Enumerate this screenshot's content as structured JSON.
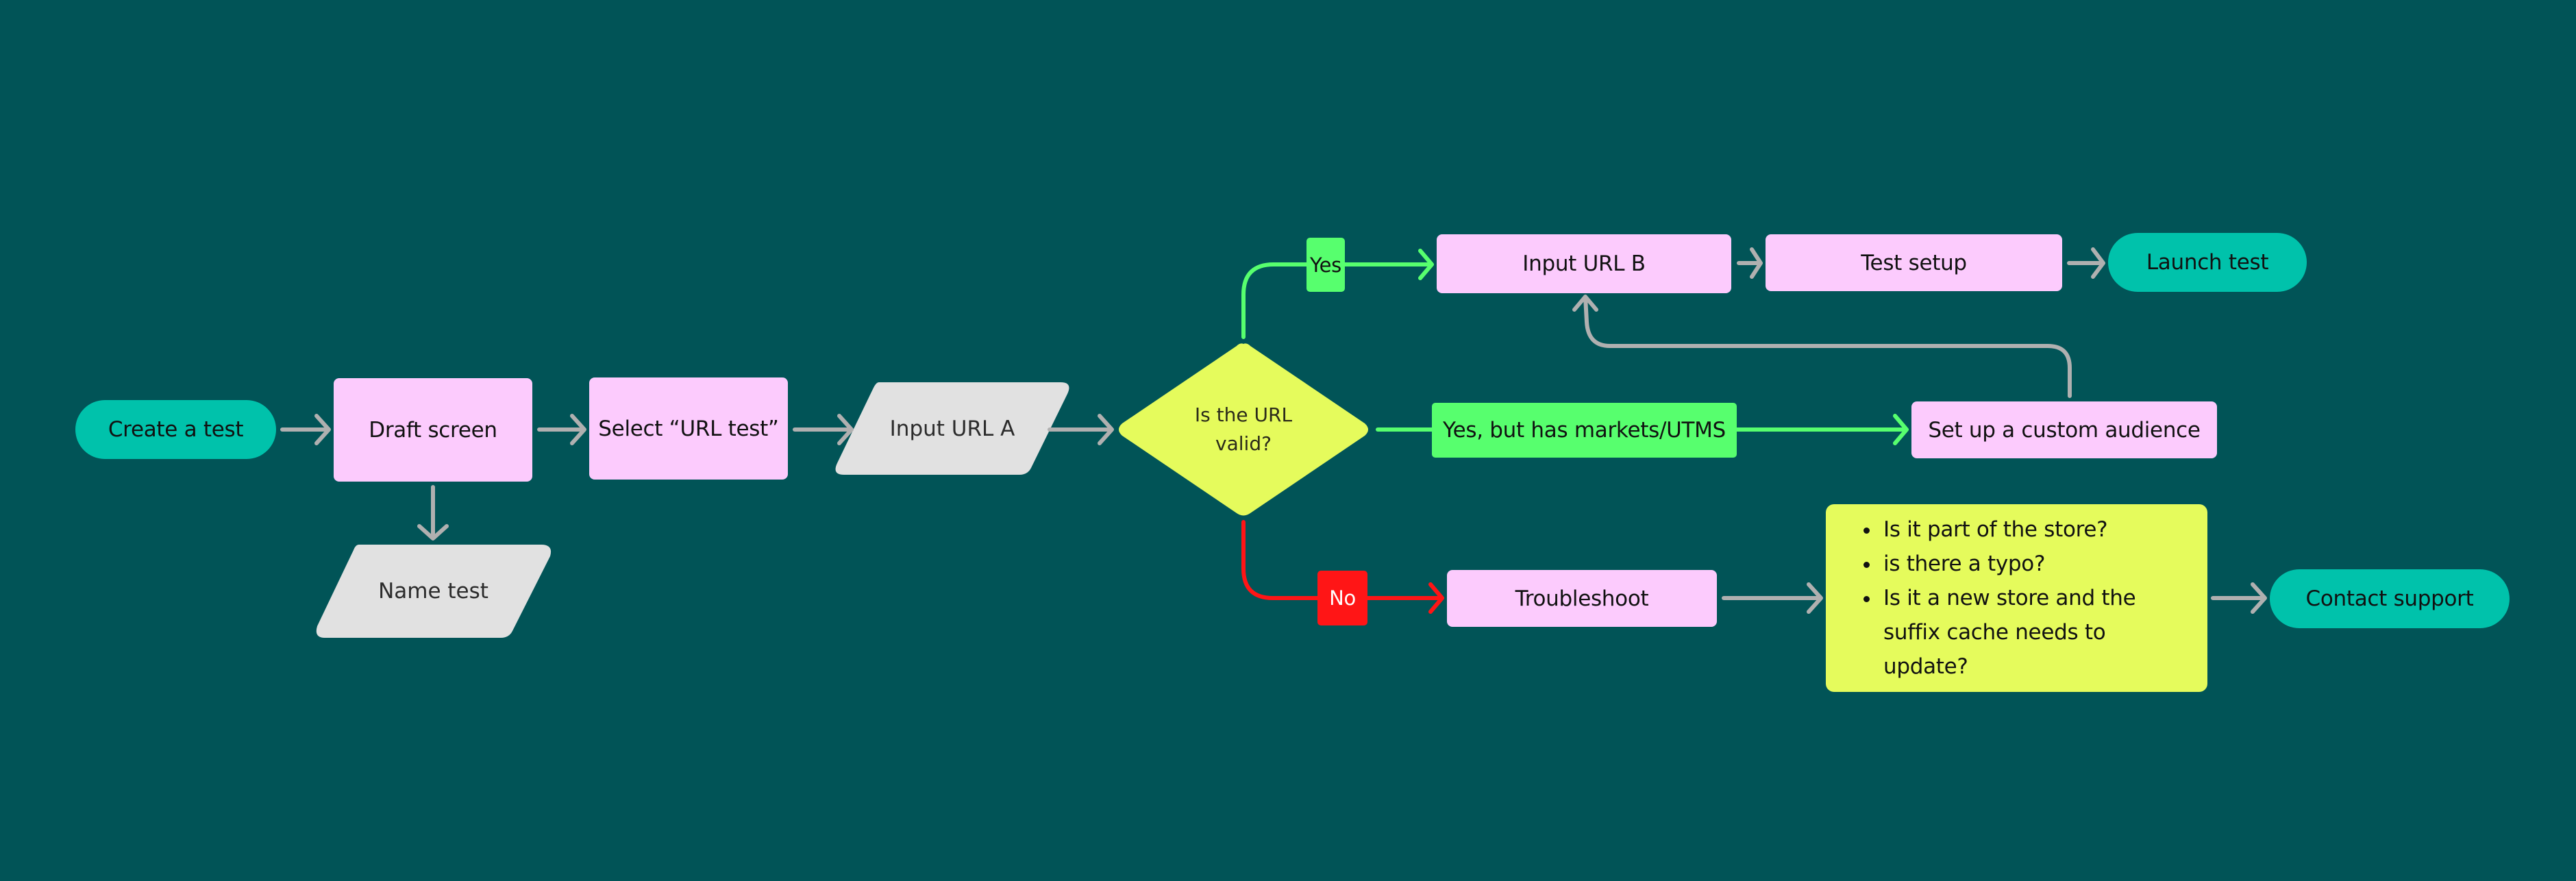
{
  "colors": {
    "background": "#015457",
    "terminal": "#00c2ab",
    "process": "#fccbfd",
    "io": "#e1e1e1",
    "decision": "#e5fb5c",
    "yes_path": "#57ff6e",
    "no_path": "#ff1516",
    "connector": "#b0b0b0"
  },
  "nodes": {
    "create_test": "Create a test",
    "draft_screen": "Draft screen",
    "select_url_test": "Select “URL test”",
    "input_url_a": "Input URL A",
    "name_test": "Name test",
    "decision": "Is the URL valid?",
    "yes_label": "Yes",
    "input_url_b": "Input URL B",
    "test_setup": "Test setup",
    "launch_test": "Launch test",
    "yes_but_markets": "Yes, but has markets/UTMS",
    "custom_audience": "Set up a custom audience",
    "no_label": "No",
    "troubleshoot": "Troubleshoot",
    "troubleshoot_checks": [
      "Is it part of the store?",
      "is there a typo?",
      "Is it a new store and the suffix cache needs to update?"
    ],
    "contact_support": "Contact support"
  },
  "edges": [
    {
      "from": "create_test",
      "to": "draft_screen",
      "color": "connector"
    },
    {
      "from": "draft_screen",
      "to": "select_url_test",
      "color": "connector"
    },
    {
      "from": "draft_screen",
      "to": "name_test",
      "color": "connector"
    },
    {
      "from": "select_url_test",
      "to": "input_url_a",
      "color": "connector"
    },
    {
      "from": "input_url_a",
      "to": "decision",
      "color": "connector"
    },
    {
      "from": "decision",
      "to": "input_url_b",
      "label": "Yes",
      "color": "yes_path"
    },
    {
      "from": "input_url_b",
      "to": "test_setup",
      "color": "connector"
    },
    {
      "from": "test_setup",
      "to": "launch_test",
      "color": "connector"
    },
    {
      "from": "decision",
      "to": "custom_audience",
      "label": "Yes, but has markets/UTMS",
      "color": "yes_path"
    },
    {
      "from": "custom_audience",
      "to": "input_url_b",
      "color": "connector"
    },
    {
      "from": "decision",
      "to": "troubleshoot",
      "label": "No",
      "color": "no_path"
    },
    {
      "from": "troubleshoot",
      "to": "troubleshoot_checks",
      "color": "connector"
    },
    {
      "from": "troubleshoot_checks",
      "to": "contact_support",
      "color": "connector"
    }
  ]
}
